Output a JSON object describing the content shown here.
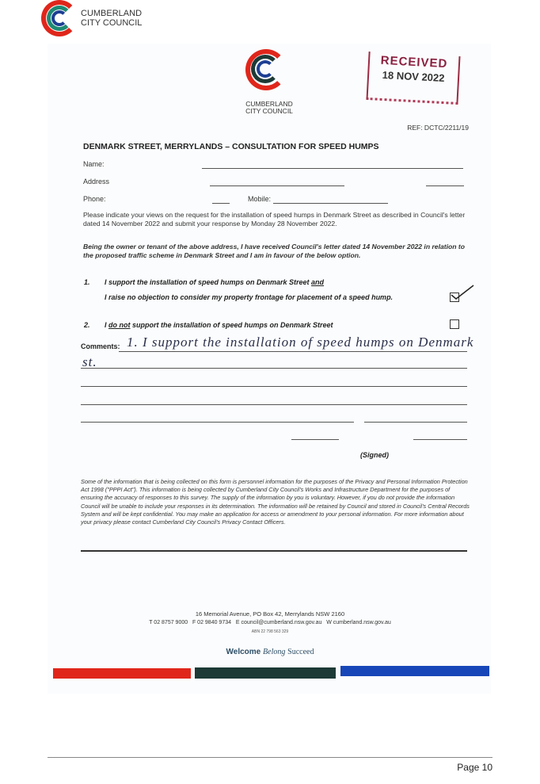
{
  "header": {
    "logo_line1": "CUMBERLAND",
    "logo_line2": "CITY COUNCIL"
  },
  "form": {
    "logo_line1": "CUMBERLAND",
    "logo_line2": "CITY COUNCIL",
    "stamp": {
      "title": "RECEIVED",
      "date": "18 NOV 2022"
    },
    "ref": "REF: DCTC/2211/19",
    "title": "DENMARK STREET, MERRYLANDS – CONSULTATION FOR SPEED HUMPS",
    "fields": {
      "name": "Name:",
      "address": "Address",
      "phone": "Phone:",
      "mobile": "Mobile:"
    },
    "intro": "Please indicate your views on the request for the installation of speed humps in Denmark Street as described in Council's letter dated 14 November 2022 and submit your response by Monday 28 November 2022.",
    "statement": "Being the owner or tenant of the above address, I have received Council's letter dated 14 November 2022 in relation to the proposed traffic scheme in Denmark Street and I am in favour of the below option.",
    "option1": {
      "number": "1.",
      "line1_pre": "I support the installation of speed humps on Denmark Street ",
      "line1_and": "and",
      "line2": "I raise no objection to consider my property frontage for placement of a speed hump.",
      "checked": true
    },
    "option2": {
      "number": "2.",
      "pre": "I ",
      "do_not": "do not",
      "post": " support the installation of speed humps on Denmark Street",
      "checked": false
    },
    "comments_label": "Comments:",
    "comments_line1": "1. I support the installation of speed humps on Denmark",
    "comments_line2": "st.",
    "signed": "(Signed)",
    "privacy": "Some of the information that is being collected on this form is personnel information for the purposes of the Privacy and Personal Information Protection Act 1998 (\"PPPI Act\"). This information is being collected by Cumberland City Council's Works and Infrastructure Department for the purposes of ensuring the accuracy of responses to this survey. The supply of the information by you is voluntary. However, if you do not provide the information Council will be unable to include your responses in its determination. The information will be retained by Council and stored in Council's Central Records System and will be kept confidential. You may make an application for access or amendment to your personal information. For more information about your privacy please contact Cumberland City Council's Privacy Contact Officers."
  },
  "footer": {
    "address": "16 Memorial Avenue, PO Box 42, Merrylands NSW 2160",
    "contact": "T 02 8757 9000   F 02 9840 9734   E council@cumberland.nsw.gov.au   W cumberland.nsw.gov.au",
    "abn": "ABN 22 798 563 329",
    "tagline_welcome": "Welcome",
    "tagline_belong": "Belong",
    "tagline_succeed": "Succeed",
    "bar_colors": [
      "#e0261b",
      "#1d3a36",
      "#1746b8"
    ]
  },
  "page_number": "Page 10"
}
